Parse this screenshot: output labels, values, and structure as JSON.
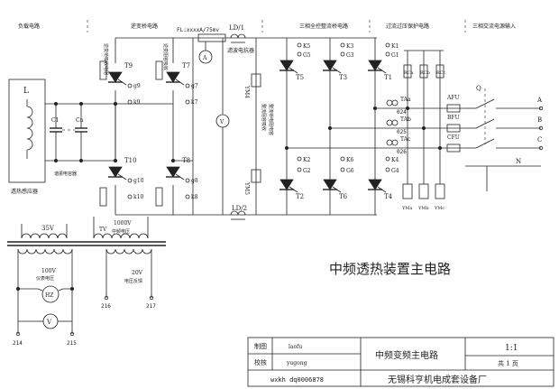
{
  "sections": {
    "load": "负载电路",
    "inverter": "逆变桥电路",
    "rectifier": "三相全控整流桥电路",
    "protection": "过流过压保护电路",
    "input": "三相交流电源输入"
  },
  "main_title": "中频透热装置主电路",
  "inverter": {
    "fuse": "FL:xxxxA/75mv",
    "ld1": "LD/1",
    "ld2": "LD/2",
    "filter": "滤波电抗器",
    "thyristors": [
      "T9",
      "T7",
      "T10",
      "T8"
    ],
    "gates": [
      "g9",
      "k9",
      "g7",
      "k7",
      "g10",
      "k10",
      "g8",
      "k8"
    ],
    "v_meter": "V",
    "a_meter": "A",
    "ym4": "YM4",
    "ym5": "YM5",
    "absorb1": "逆变桥吸收电阻",
    "absorb2": "逆变阻容吸收",
    "absorb3": "整流阻容吸收",
    "absorb4": "整流桥电阻电容"
  },
  "load": {
    "L": "L",
    "c1": "C1",
    "cn": "Cn",
    "cap_label": "谐振电容器",
    "inductor_label": "透热感应器"
  },
  "rectifier": {
    "thyristors": [
      "T5",
      "T3",
      "T1",
      "T2",
      "T6",
      "T4"
    ],
    "k_top": [
      "K5",
      "K3",
      "K1"
    ],
    "g_top": [
      "G5",
      "G3",
      "G1"
    ],
    "k_bot": [
      "K2",
      "K6",
      "K4"
    ],
    "g_bot": [
      "G2",
      "G6",
      "G4"
    ],
    "taps": [
      "TAa",
      "TAb",
      "TAc"
    ],
    "wires": [
      "024",
      "025",
      "026"
    ]
  },
  "protection": {
    "rc": [
      "RCa",
      "RCb",
      "RCc"
    ],
    "ym": [
      "YMa",
      "YMb",
      "YMc"
    ],
    "fu": [
      "AFU",
      "BFU",
      "CFU"
    ]
  },
  "supply": {
    "q": "Q",
    "a": "A",
    "b": "B",
    "c": "C",
    "n": "N"
  },
  "transformer": {
    "v35": "35V",
    "tv": "TV",
    "v1000": "1000V",
    "mid_v": "中频电压",
    "v100": "100V",
    "meter_v": "仪表电压",
    "v20": "20V",
    "feedback": "电压反馈",
    "hz": "HZ",
    "v": "V",
    "n216": "216",
    "n217": "217",
    "n214": "214",
    "n215": "215"
  },
  "title_block": {
    "draw_label": "制图",
    "draw_name": "laofu",
    "check_label": "校核",
    "check_name": "yugong",
    "title": "中频变频主电路",
    "scale": "1:1",
    "pages": "共 1 页",
    "doc_no": "wxkh dq0006878",
    "company": "无锡科亨机电成套设备厂"
  }
}
